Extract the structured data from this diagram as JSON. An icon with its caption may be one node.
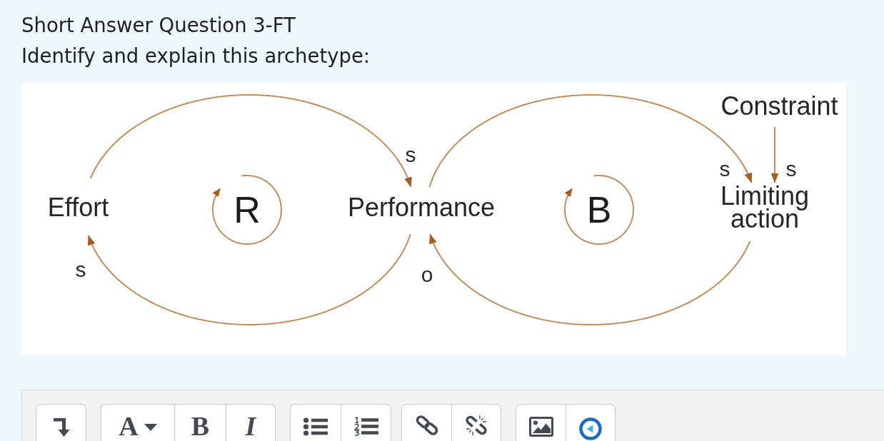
{
  "diagram": {
    "title": "Short Answer Question 3-FT",
    "nodes": [
      {
        "text": [
          "Effort"
        ]
      },
      {
        "text": [
          "R"
        ]
      },
      {
        "text": [
          "Performance"
        ]
      },
      {
        "text": [
          "B"
        ]
      },
      {
        "text": [
          "Constraint"
        ]
      },
      {
        "text": [
          "Limiting action"
        ]
      }
    ],
    "edges": [
      {
        "from": 0,
        "to": 2,
        "arrow": "to",
        "label": "s"
      },
      {
        "from": 2,
        "to": 0,
        "arrow": "to",
        "label": "s"
      },
      {
        "from": 2,
        "to": 5,
        "arrow": "to",
        "label": "s"
      },
      {
        "from": 4,
        "to": 5,
        "arrow": "to",
        "label": "s"
      },
      {
        "from": 5,
        "to": 2,
        "arrow": "to",
        "label": "o"
      }
    ],
    "labels": [
      "Identify and explain this archetype:",
      "A",
      "B",
      "I"
    ]
  }
}
